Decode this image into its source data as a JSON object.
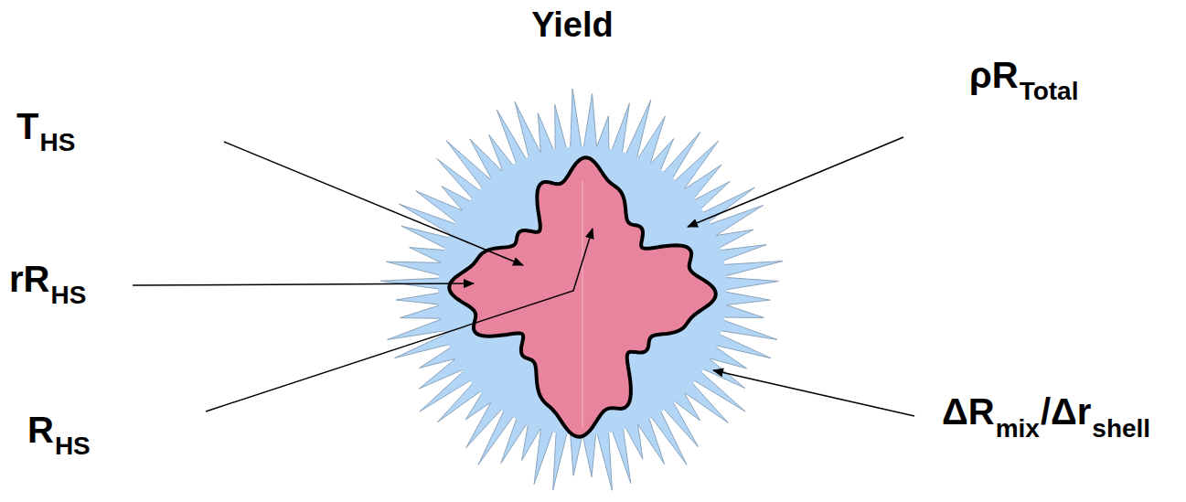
{
  "diagram": {
    "title": "Yield",
    "labels": [
      "T",
      "HS",
      "rR",
      "HS",
      "R",
      "HS",
      "ρR",
      "Total",
      "ΔR",
      "mix",
      "/Δr",
      "shell"
    ]
  }
}
